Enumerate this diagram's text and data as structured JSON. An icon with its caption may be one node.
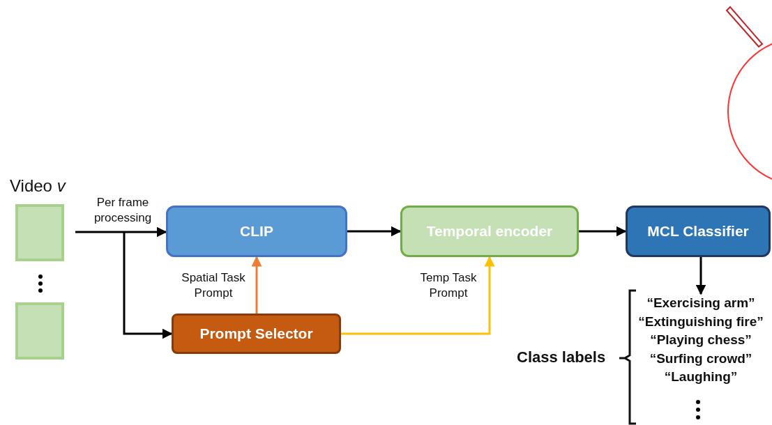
{
  "diagram": {
    "nodes": [
      {
        "text": [],
        "shape": "box"
      },
      {
        "text": [],
        "shape": "box"
      },
      {
        "text": [
          "CLIP"
        ]
      },
      {
        "text": [
          "Temporal encoder"
        ]
      },
      {
        "text": [
          "MCL Classifier"
        ]
      },
      {
        "text": [
          "Prompt Selector"
        ]
      },
      {
        "text": [
          "“Exercising arm”",
          "“Extinguishing fire”",
          "“Playing chess”",
          "“Surfing crowd”",
          "“Laughing”"
        ],
        "beside": [
          "Class labels"
        ]
      }
    ],
    "edges": [
      {
        "from": null,
        "to": 2,
        "arrow": "to",
        "label": "Per frame processing"
      },
      {
        "from": null,
        "to": 5,
        "arrow": "to"
      },
      {
        "from": 2,
        "to": 3,
        "arrow": "to"
      },
      {
        "from": 3,
        "to": 4,
        "arrow": "to"
      },
      {
        "from": 5,
        "to": 2,
        "arrow": "to",
        "label": "Spatial Task Prompt",
        "color": "#ed7d31"
      },
      {
        "from": 5,
        "to": 3,
        "arrow": "to",
        "label": "Temp Task Prompt",
        "color": "#ffc000"
      },
      {
        "from": 4,
        "to": 6,
        "arrow": "to"
      }
    ],
    "labels": [
      "Video *v*"
    ]
  }
}
